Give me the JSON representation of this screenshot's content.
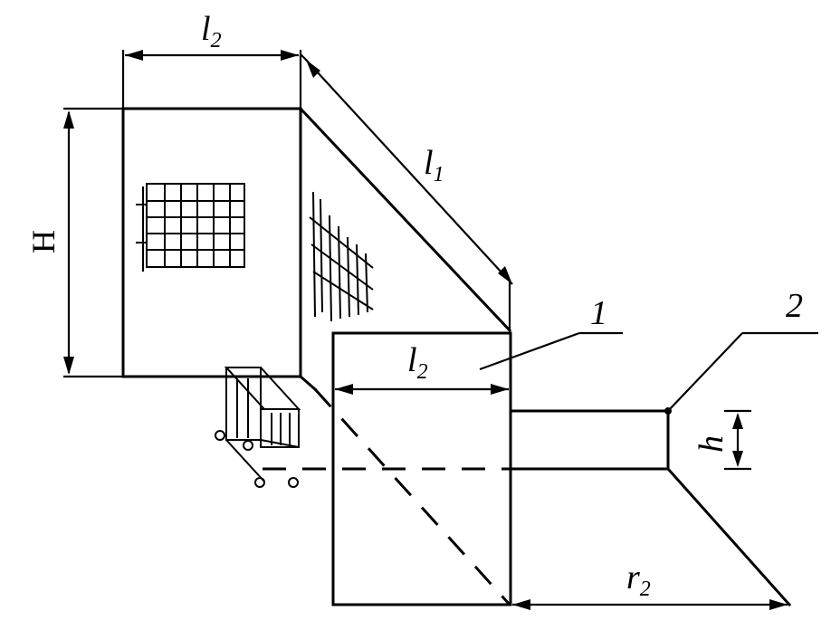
{
  "labels": {
    "H": "H",
    "l2_top_base": "l",
    "l2_top_sub": "2",
    "l1_base": "l",
    "l1_sub": "1",
    "l2_mid_base": "l",
    "l2_mid_sub": "2",
    "callout_1": "1",
    "callout_2": "2",
    "h": "h",
    "r2_base": "r",
    "r2_sub": "2"
  }
}
